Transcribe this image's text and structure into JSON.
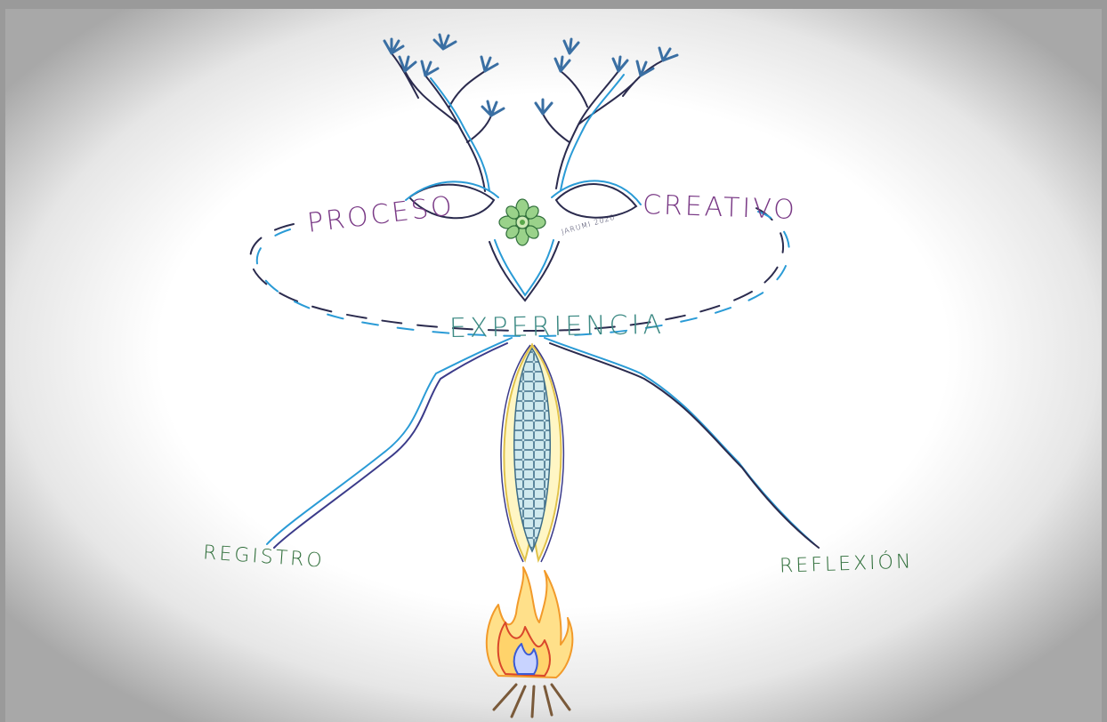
{
  "labels": {
    "proceso": "PROCESO",
    "creativo": "CREATIVO",
    "experiencia": "EXPERIENCIA",
    "registro": "REGISTRO",
    "reflexion": "REFLEXIÓN",
    "signature": "JARUMI 2020"
  },
  "colors": {
    "background_edge": "#9a9a9a",
    "paper": "#ffffff",
    "purple_text": "#7a3a86",
    "teal_text": "#3d8a84",
    "green_text": "#2f6e3a",
    "blue_line": "#2a9bd6",
    "dark_line": "#2b2b4e",
    "corn_kernel": "#cfe9ee",
    "husk": "#e8d36a",
    "flame_orange": "#f29a2a",
    "flame_red": "#d9472b",
    "flame_blue": "#3b5bd6",
    "mandala_green": "#5aa84b",
    "leaf_blue": "#3a6fa3"
  },
  "icons": {
    "mandala": "mandala-icon",
    "corn": "corn-cob-icon",
    "fire": "campfire-icon",
    "tree": "tree-branches-icon"
  }
}
